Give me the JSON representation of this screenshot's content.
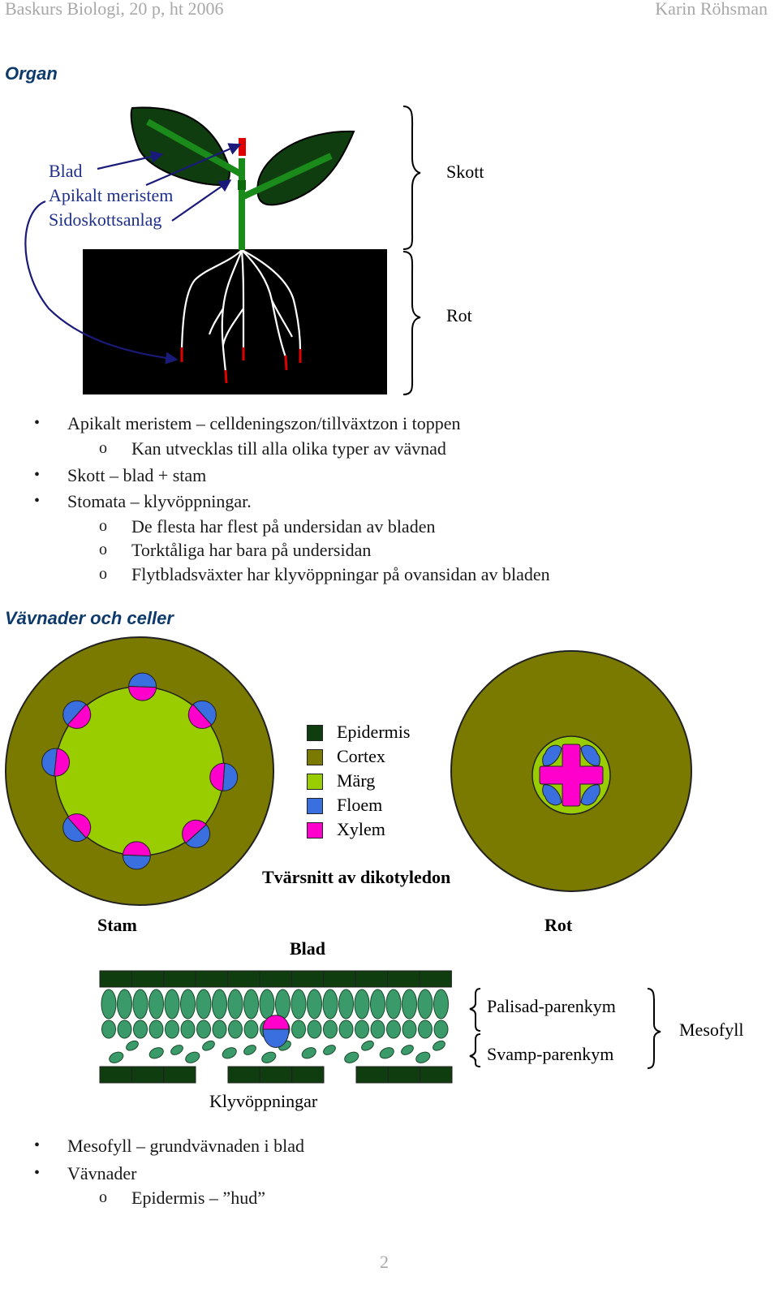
{
  "header": {
    "left": "Baskurs Biologi, 20 p, ht 2006",
    "right": "Karin Röhsman"
  },
  "section1": {
    "title": "Organ"
  },
  "plant": {
    "labels": {
      "blad": "Blad",
      "apikalt": "Apikalt meristem",
      "sidoskott": "Sidoskottsanlag",
      "skott": "Skott",
      "rot": "Rot"
    }
  },
  "list1": [
    {
      "level": 1,
      "marker": "•",
      "text": "Apikalt meristem – celldeningszon/tillväxtzon i toppen"
    },
    {
      "level": 2,
      "marker": "o",
      "text": "Kan utvecklas till alla olika typer av vävnad"
    },
    {
      "level": 1,
      "marker": "•",
      "text": "Skott – blad + stam"
    },
    {
      "level": 1,
      "marker": "•",
      "text": "Stomata – klyvöppningar."
    },
    {
      "level": 2,
      "marker": "o",
      "text": "De flesta har flest på undersidan av bladen"
    },
    {
      "level": 2,
      "marker": "o",
      "text": "Torktåliga har bara på undersidan"
    },
    {
      "level": 2,
      "marker": "o",
      "text": "Flytbladsväxter har klyvöppningar på ovansidan av bladen"
    }
  ],
  "section2": {
    "title": "Vävnader och celler"
  },
  "legend": [
    {
      "label": "Epidermis",
      "color": "#0f3d0f"
    },
    {
      "label": "Cortex",
      "color": "#7a7a00"
    },
    {
      "label": "Märg",
      "color": "#9acd00"
    },
    {
      "label": "Floem",
      "color": "#3a6fe0"
    },
    {
      "label": "Xylem",
      "color": "#ff00cc"
    }
  ],
  "cross_section": {
    "title": "Tvärsnitt av dikotyledon",
    "stam": "Stam",
    "rot": "Rot",
    "blad": "Blad"
  },
  "leaf": {
    "palisad": "Palisad-parenkym",
    "svamp": "Svamp-parenkym",
    "mesofyll": "Mesofyll",
    "klyv": "Klyvöppningar"
  },
  "list2": [
    {
      "level": 1,
      "marker": "•",
      "text": "Mesofyll – grundvävnaden i blad"
    },
    {
      "level": 1,
      "marker": "•",
      "text": "Vävnader"
    },
    {
      "level": 2,
      "marker": "o",
      "text": "Epidermis – ”hud”"
    }
  ],
  "footer": {
    "page": "2"
  }
}
